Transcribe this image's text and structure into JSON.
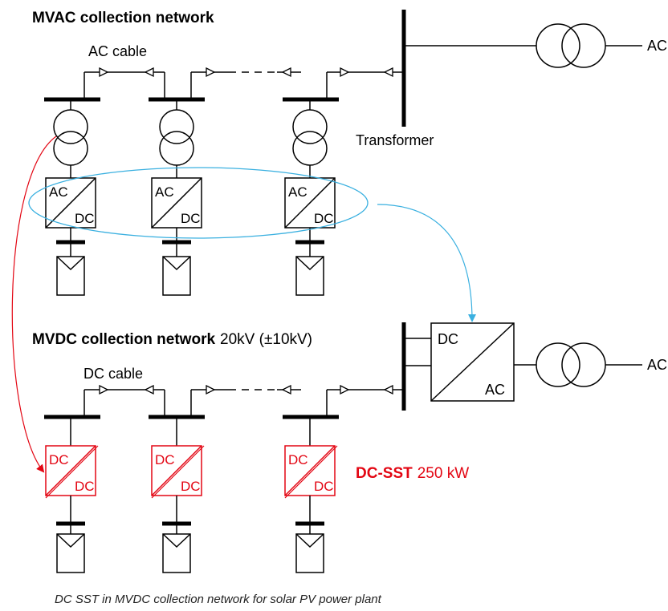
{
  "mvac": {
    "title": "MVAC collection network",
    "cable_label": "AC cable",
    "transformer_label": "Transformer",
    "grid_label": "AC",
    "converter_top": "AC",
    "converter_bottom": "DC"
  },
  "mvdc": {
    "title": "MVDC collection network",
    "voltage": "20kV (±10kV)",
    "cable_label": "DC cable",
    "grid_label": "AC",
    "main_converter_top": "DC",
    "main_converter_bottom": "AC",
    "sst_top": "DC",
    "sst_bottom": "DC",
    "sst_name": "DC-SST",
    "sst_rating": "250 kW"
  },
  "caption": "DC SST in MVDC collection network for solar PV power plant",
  "colors": {
    "line": "#000000",
    "sst": "#e30613",
    "ellipse": "#3ab0e0",
    "arrow_red": "#e30613",
    "arrow_blue": "#3ab0e0"
  }
}
